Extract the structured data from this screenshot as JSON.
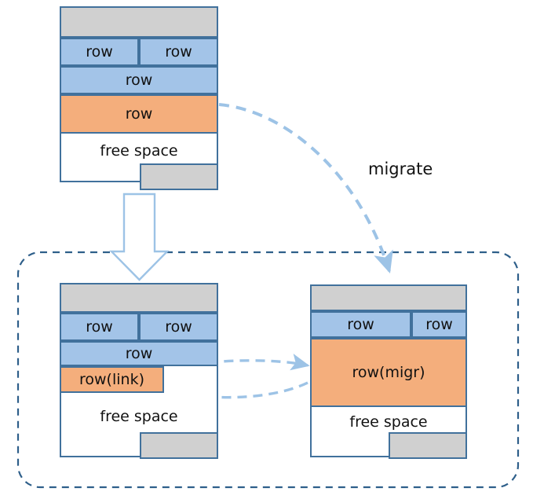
{
  "diagram": {
    "title_label": "migrate",
    "colors": {
      "blue_fill": "#A3C4E8",
      "orange_fill": "#F4AE7C",
      "gray_fill": "#D0D0D0",
      "border": "#41719C",
      "arrow_blue": "#9DC3E6",
      "dotted_border": "#2E5F8A",
      "background": "#FFFFFF"
    },
    "source_page": {
      "name": "source-page",
      "header_label": "",
      "rows": [
        {
          "label": "row",
          "fill": "blue"
        },
        {
          "label": "row",
          "fill": "blue"
        },
        {
          "label": "row",
          "fill": "blue"
        },
        {
          "label": "row",
          "fill": "orange"
        }
      ],
      "free_space_label": "free space",
      "footer_label": ""
    },
    "result_group": {
      "name": "result-group",
      "left_page": {
        "name": "linked-page",
        "header_label": "",
        "rows": [
          {
            "label": "row",
            "fill": "blue"
          },
          {
            "label": "row",
            "fill": "blue"
          },
          {
            "label": "row",
            "fill": "blue"
          },
          {
            "label": "row(link)",
            "fill": "orange"
          }
        ],
        "free_space_label": "free space",
        "footer_label": ""
      },
      "right_page": {
        "name": "migrated-page",
        "header_label": "",
        "rows": [
          {
            "label": "row",
            "fill": "blue"
          },
          {
            "label": "row",
            "fill": "blue"
          },
          {
            "label": "row(migr)",
            "fill": "orange"
          }
        ],
        "free_space_label": "free space",
        "footer_label": ""
      }
    },
    "arrows": {
      "migrate_arrow_label": "migrate",
      "transform_arrow_label": "",
      "link_forward_label": "",
      "link_back_label": ""
    }
  }
}
